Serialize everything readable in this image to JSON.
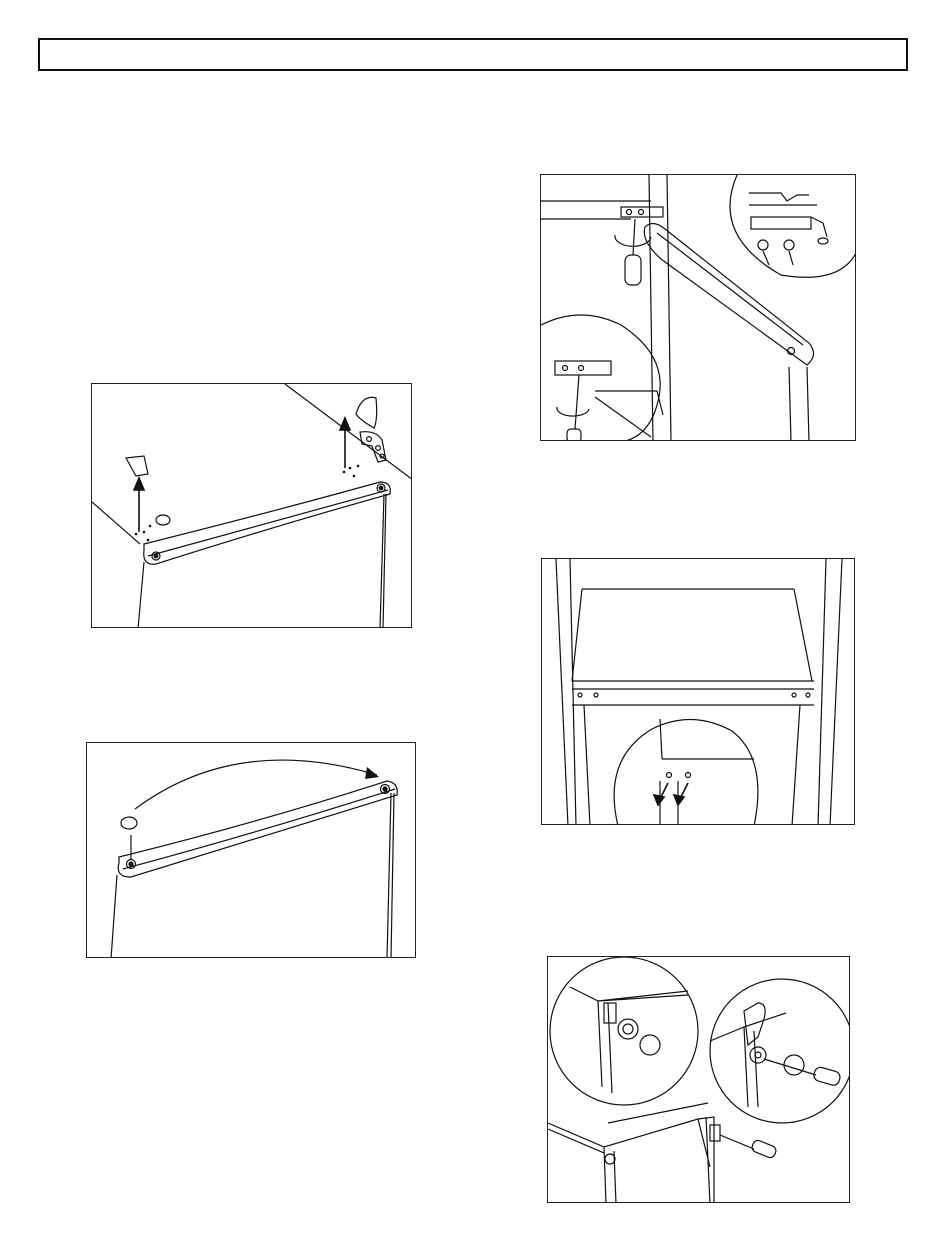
{
  "header": {
    "title": ""
  },
  "figures": [
    {
      "id": "fig1",
      "icon": "door-top-hinge-removal-illustration"
    },
    {
      "id": "fig2",
      "icon": "door-hole-plug-transfer-illustration"
    },
    {
      "id": "fig3",
      "icon": "hinge-screw-removal-illustration"
    },
    {
      "id": "fig4",
      "icon": "cabinet-hinge-holes-illustration"
    },
    {
      "id": "fig5",
      "icon": "hinge-reinstall-illustration"
    }
  ]
}
